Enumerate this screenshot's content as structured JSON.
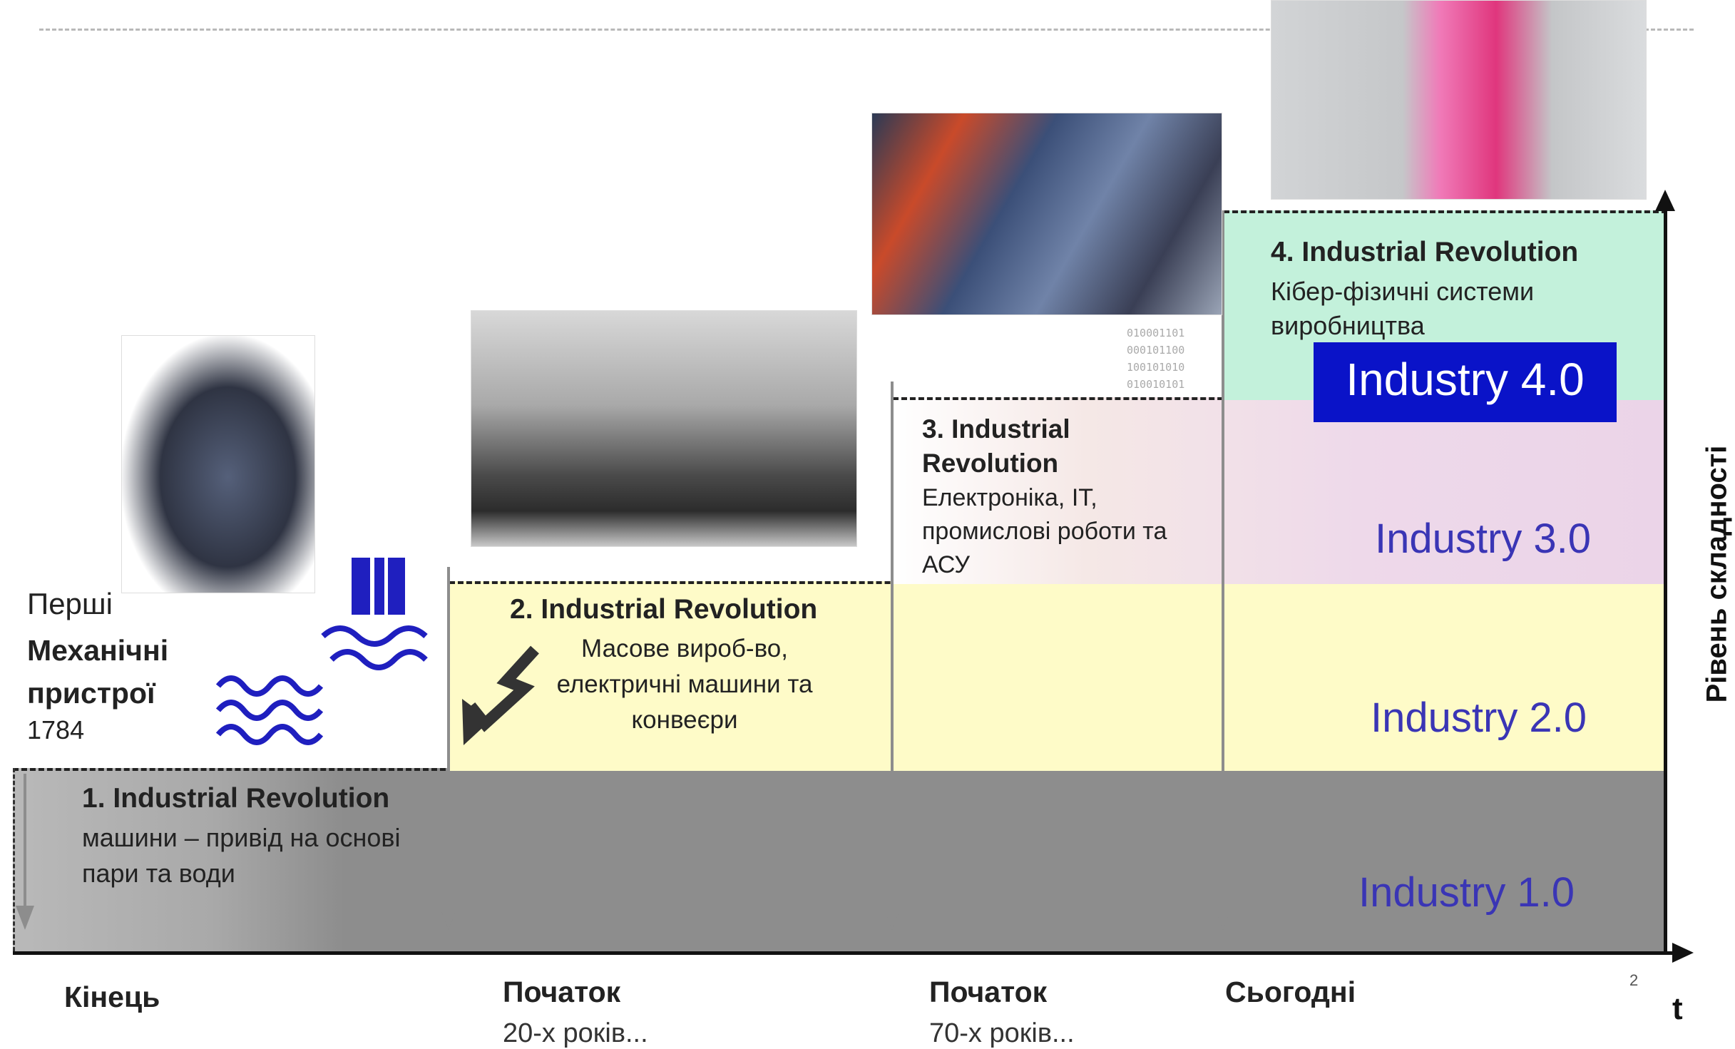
{
  "revolutions": [
    {
      "title": "1. Industrial Revolution",
      "desc": "машини – привід на основі пари та води",
      "level": "Industry 1.0"
    },
    {
      "title": "2. Industrial Revolution",
      "desc": "Масове вироб-во, електричні машини та конвеєри",
      "level": "Industry 2.0"
    },
    {
      "title": "3. Industrial Revolution",
      "desc": "Електроніка, IT, промислові роботи та АСУ",
      "level": "Industry 3.0"
    },
    {
      "title": "4. Industrial Revolution",
      "desc": "Кібер-фізичні системи виробництва",
      "level": "Industry 4.0"
    }
  ],
  "first_devices": {
    "line1": "Перші",
    "line2": "Механічні пристрої",
    "year": "1784"
  },
  "x_labels": [
    {
      "label": "Кінець",
      "sub": ""
    },
    {
      "label": "Початок",
      "sub": "20-х років..."
    },
    {
      "label": "Початок",
      "sub": "70-х років..."
    },
    {
      "label": "Сьогодні",
      "sub": ""
    }
  ],
  "axis": {
    "y_label": "Рівень складності",
    "x_label": "t"
  },
  "page_number": "2",
  "binary_lines": [
    "010001101",
    "000101100",
    "100101010",
    "010010101"
  ],
  "colors": {
    "industry_text": "#3a35b5",
    "industry4_box": "#0a13c8",
    "band1": "#8d8d8d",
    "band2": "#fefbc8",
    "band3": "#ebd4e8",
    "band4": "#c3f1db"
  }
}
